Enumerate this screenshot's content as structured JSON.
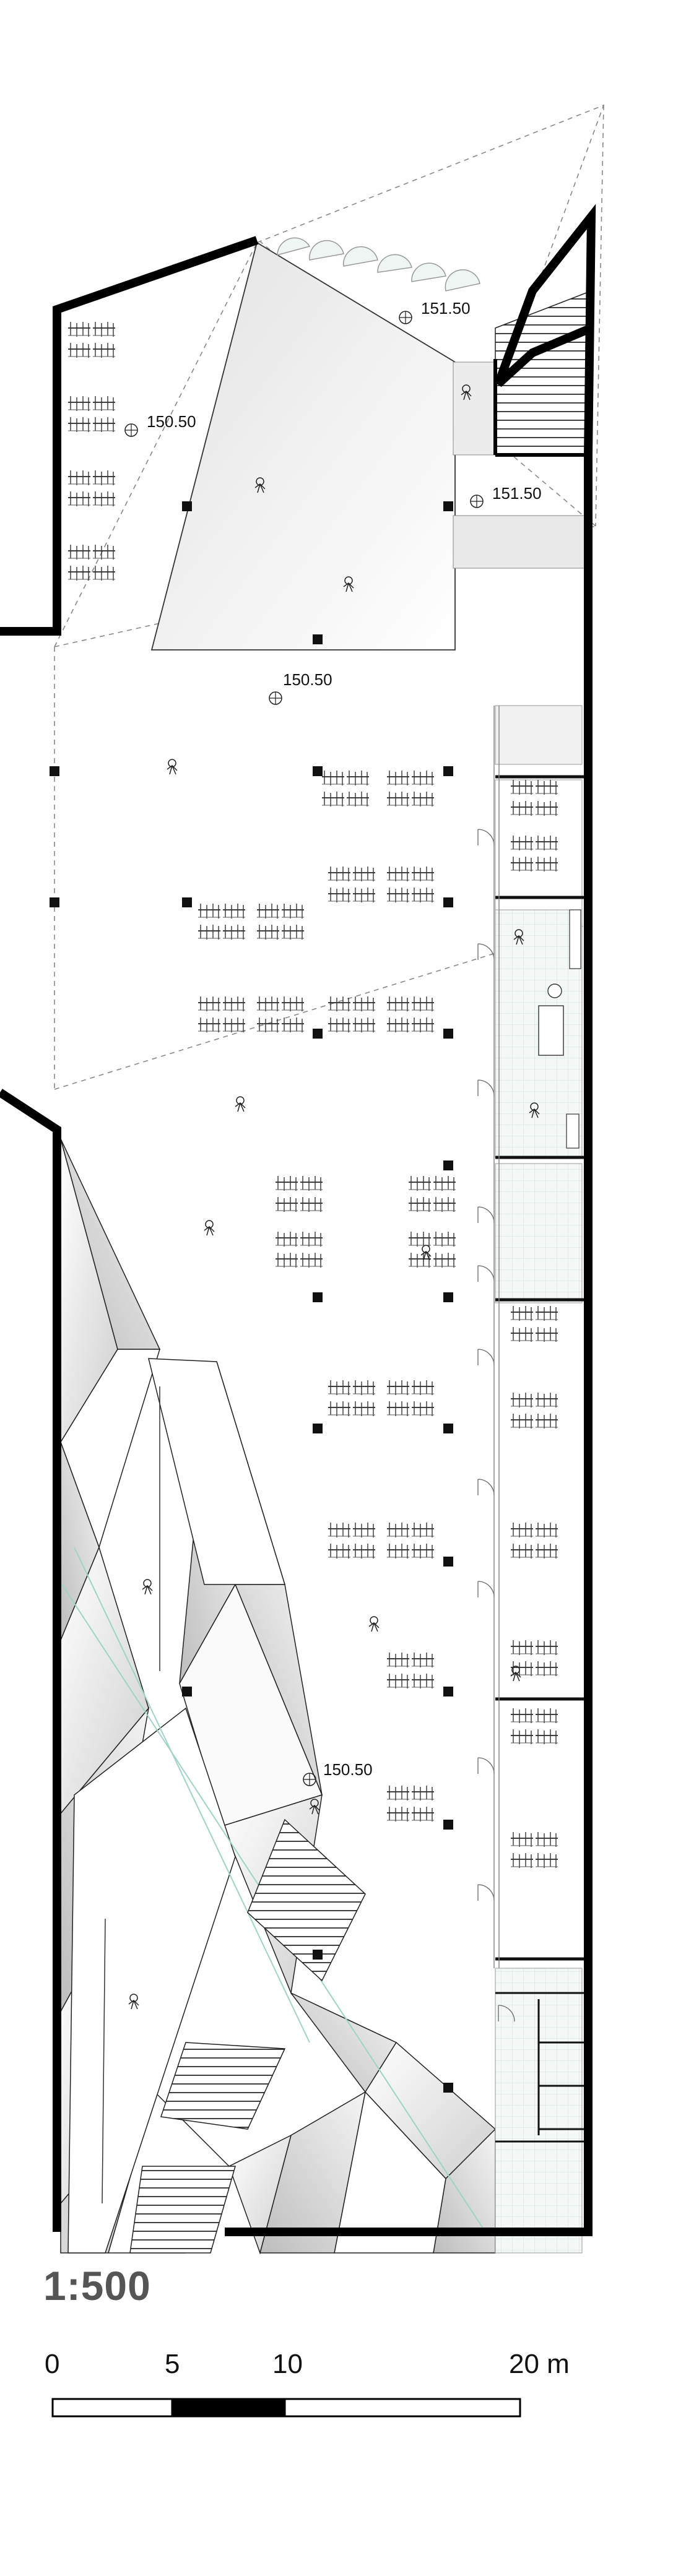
{
  "drawing": {
    "scale": "1:500",
    "elevations": [
      "151.50",
      "150.50",
      "151.50",
      "150.50",
      "150.50"
    ],
    "scalebar": {
      "ticks": [
        "0",
        "5",
        "10",
        "20 m"
      ]
    }
  }
}
